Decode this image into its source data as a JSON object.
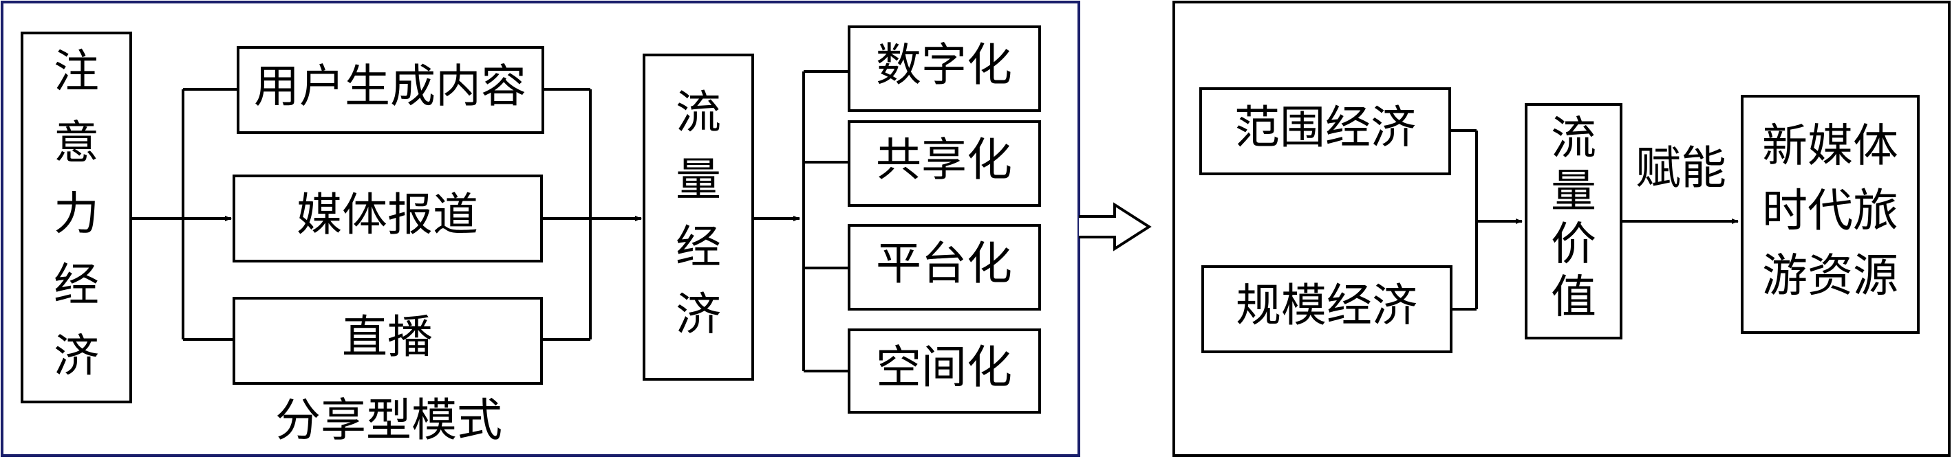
{
  "left_panel": {
    "source_node": "注意力经济",
    "content_nodes": [
      "用户生成内容",
      "媒体报道",
      "直播"
    ],
    "mode_caption": "分享型模式",
    "middle_node": "流量经济",
    "feature_nodes": [
      "数字化",
      "共享化",
      "平台化",
      "空间化"
    ]
  },
  "right_panel": {
    "input_nodes": [
      "范围经济",
      "规模经济"
    ],
    "value_node": "流量价值",
    "edge_label": "赋能",
    "target_node": "新媒体时代旅游资源"
  }
}
